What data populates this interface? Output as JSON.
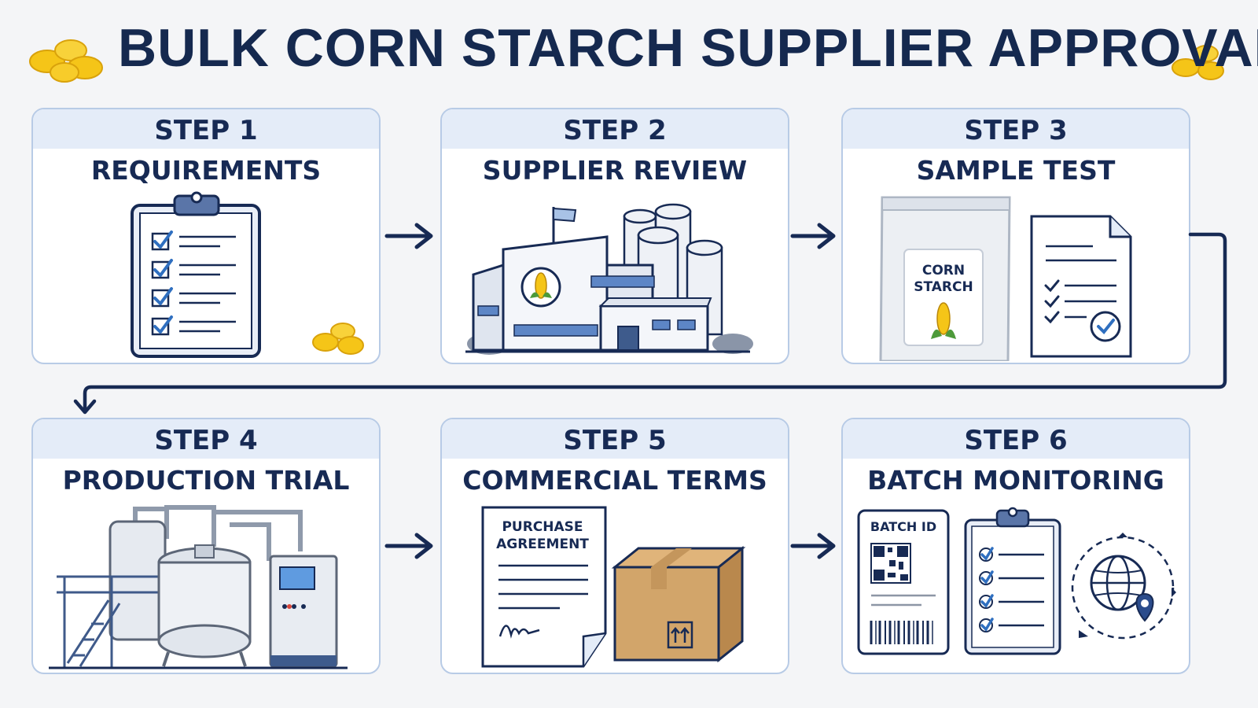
{
  "title": "BULK CORN STARCH SUPPLIER APPROVAL",
  "steps": [
    {
      "label": "STEP 1",
      "title": "REQUIREMENTS",
      "icon": "clipboard-checklist-icon"
    },
    {
      "label": "STEP 2",
      "title": "SUPPLIER REVIEW",
      "icon": "factory-icon"
    },
    {
      "label": "STEP 3",
      "title": "SAMPLE TEST",
      "icon": "sample-bag-icon",
      "bag_label_1": "CORN",
      "bag_label_2": "STARCH"
    },
    {
      "label": "STEP 4",
      "title": "PRODUCTION TRIAL",
      "icon": "production-tank-icon"
    },
    {
      "label": "STEP 5",
      "title": "COMMERCIAL TERMS",
      "icon": "purchase-agreement-icon",
      "doc_label_1": "PURCHASE",
      "doc_label_2": "AGREEMENT"
    },
    {
      "label": "STEP 6",
      "title": "BATCH MONITORING",
      "icon": "batch-tag-icon",
      "tag_label": "BATCH ID"
    }
  ],
  "colors": {
    "navy": "#172a54",
    "card_border": "#b8cbe6",
    "card_header": "#e4ecf8",
    "check_blue": "#2f6fc0",
    "corn_yellow": "#f5c518",
    "box_brown": "#d2a56a"
  }
}
